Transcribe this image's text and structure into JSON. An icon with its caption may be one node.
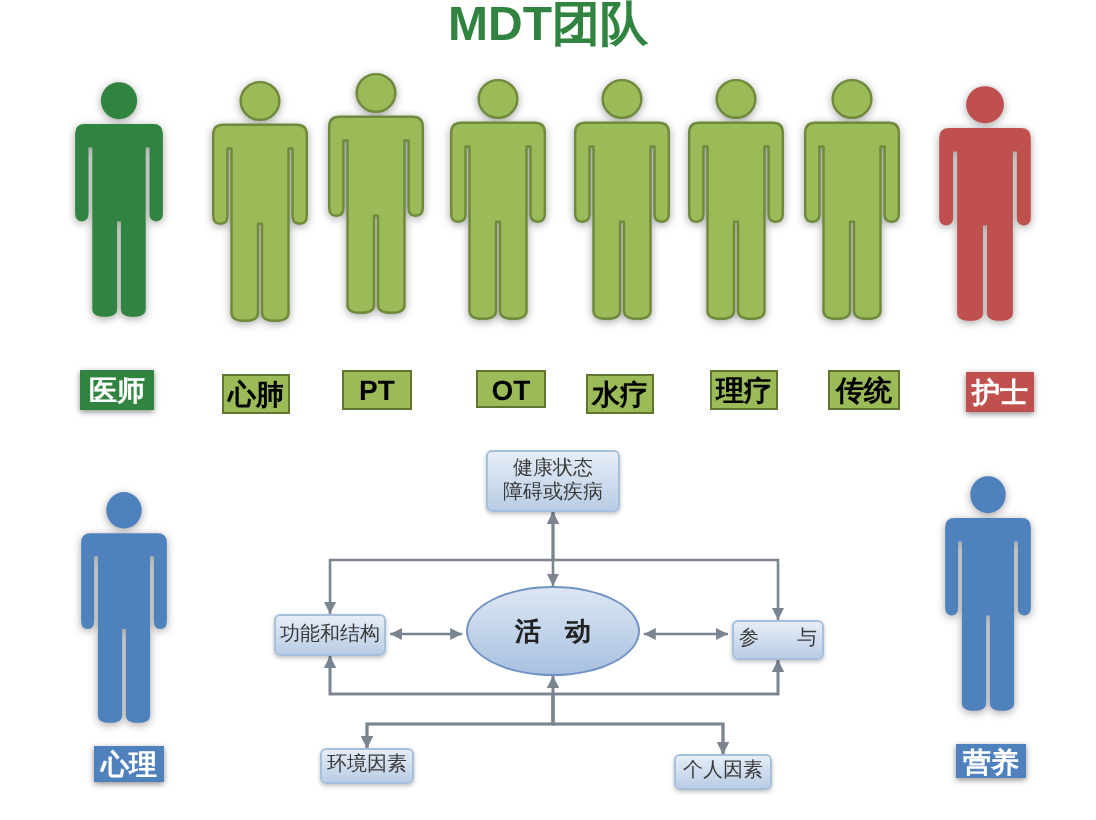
{
  "diagram": {
    "title": "MDT团队",
    "nodes": [
      {
        "text": [
          "医师"
        ]
      },
      {
        "text": [
          "心肺"
        ]
      },
      {
        "text": [
          "PT"
        ]
      },
      {
        "text": [
          "OT"
        ]
      },
      {
        "text": [
          "水疗"
        ]
      },
      {
        "text": [
          "理疗"
        ]
      },
      {
        "text": [
          "传统"
        ]
      },
      {
        "text": [
          "护士"
        ]
      },
      {
        "text": [
          "健康状态",
          "障碍或疾病"
        ]
      },
      {
        "text": [
          "功能和结构"
        ]
      },
      {
        "text": [
          "活 动"
        ]
      },
      {
        "text": [
          "参 与"
        ]
      },
      {
        "text": [
          "心理"
        ]
      },
      {
        "text": [
          "环境因素"
        ]
      },
      {
        "text": [
          "个人因素"
        ]
      },
      {
        "text": [
          "营养"
        ]
      }
    ],
    "edges": [
      {
        "from": 8,
        "to": 9,
        "arrow": "both"
      },
      {
        "from": 8,
        "to": 10,
        "arrow": "both"
      },
      {
        "from": 8,
        "to": 11,
        "arrow": "both"
      },
      {
        "from": 9,
        "to": 10,
        "arrow": "both"
      },
      {
        "from": 10,
        "to": 11,
        "arrow": "both"
      },
      {
        "from": 13,
        "to": 9,
        "arrow": "both"
      },
      {
        "from": 13,
        "to": 10,
        "arrow": "both"
      },
      {
        "from": 13,
        "to": 11,
        "arrow": "both"
      },
      {
        "from": 14,
        "to": 9,
        "arrow": "both"
      },
      {
        "from": 14,
        "to": 10,
        "arrow": "both"
      },
      {
        "from": 14,
        "to": 11,
        "arrow": "both"
      }
    ]
  }
}
